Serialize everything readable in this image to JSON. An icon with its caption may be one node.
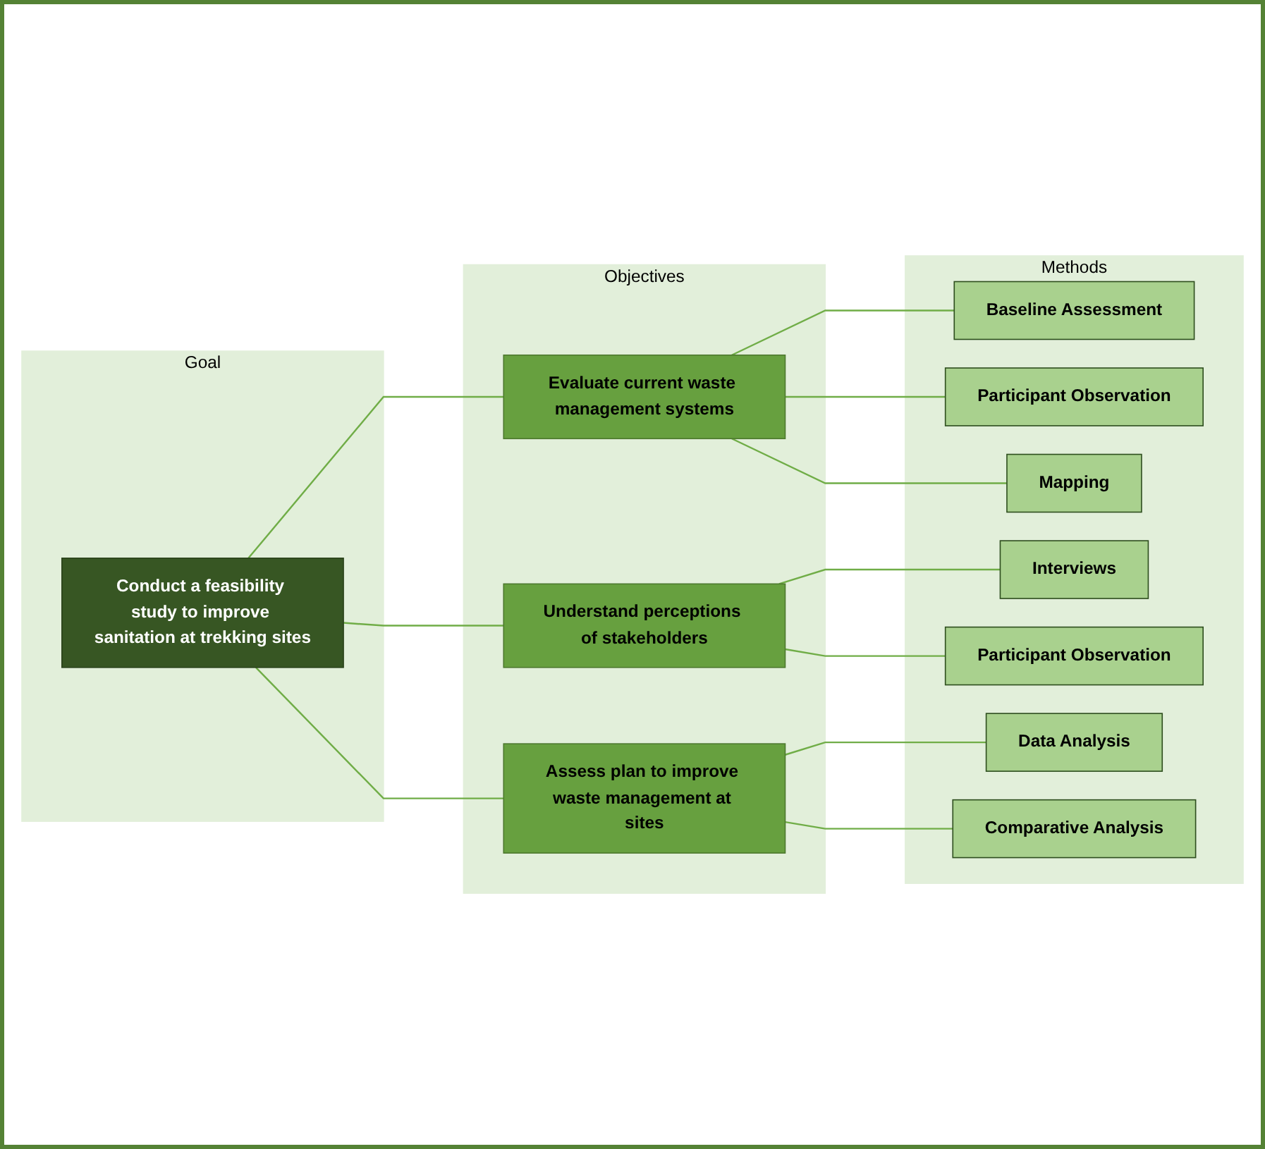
{
  "diagram": {
    "nodes": [
      {
        "text": [
          "Goal"
        ]
      },
      {
        "text": [
          "Objectives"
        ]
      },
      {
        "text": [
          "Methods"
        ]
      },
      {
        "text": [
          "Conduct a feasibility study to improve sanitation at trekking sites"
        ],
        "in": 0
      },
      {
        "text": [
          "Evaluate current waste management systems"
        ],
        "in": 1
      },
      {
        "text": [
          "Understand perceptions of stakeholders"
        ],
        "in": 1
      },
      {
        "text": [
          "Assess plan to improve waste management at sites"
        ],
        "in": 1
      },
      {
        "text": [
          "Baseline Assessment"
        ],
        "in": 2
      },
      {
        "text": [
          "Participant Observation"
        ],
        "in": 2
      },
      {
        "text": [
          "Mapping"
        ],
        "in": 2
      },
      {
        "text": [
          "Interviews"
        ],
        "in": 2
      },
      {
        "text": [
          "Participant Observation"
        ],
        "in": 2
      },
      {
        "text": [
          "Data Analysis"
        ],
        "in": 2
      },
      {
        "text": [
          "Comparative Analysis"
        ],
        "in": 2
      }
    ],
    "edges": [
      {
        "from": 3,
        "to": 4,
        "arrow": "none"
      },
      {
        "from": 3,
        "to": 5,
        "arrow": "none"
      },
      {
        "from": 3,
        "to": 6,
        "arrow": "none"
      },
      {
        "from": 4,
        "to": 7,
        "arrow": "none"
      },
      {
        "from": 4,
        "to": 8,
        "arrow": "none"
      },
      {
        "from": 4,
        "to": 9,
        "arrow": "none"
      },
      {
        "from": 5,
        "to": 10,
        "arrow": "none"
      },
      {
        "from": 5,
        "to": 11,
        "arrow": "none"
      },
      {
        "from": 6,
        "to": 12,
        "arrow": "none"
      },
      {
        "from": 6,
        "to": 13,
        "arrow": "none"
      }
    ]
  }
}
